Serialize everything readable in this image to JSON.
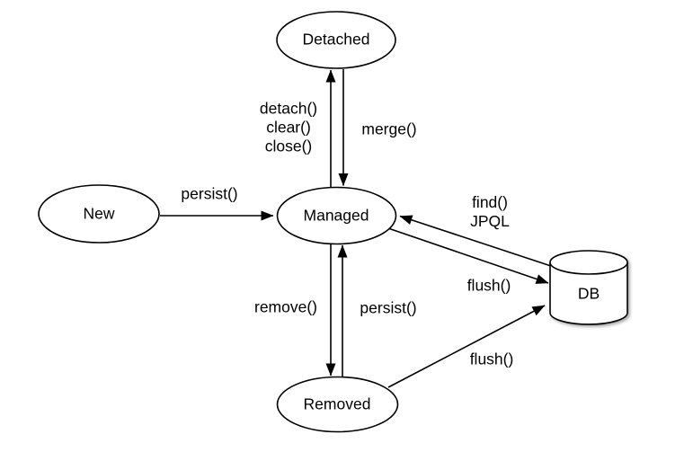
{
  "colors": {
    "background": "#ffffff",
    "stroke": "#000000",
    "text": "#000000"
  },
  "nodes": {
    "detached": {
      "label": "Detached"
    },
    "new": {
      "label": "New"
    },
    "managed": {
      "label": "Managed"
    },
    "removed": {
      "label": "Removed"
    },
    "db": {
      "label": "DB"
    }
  },
  "edges": {
    "managed_to_detached": {
      "label": "detach()\nclear()\nclose()"
    },
    "detached_to_managed": {
      "label": "merge()"
    },
    "new_to_managed": {
      "label": "persist()"
    },
    "db_to_managed": {
      "label": "find()\nJPQL"
    },
    "managed_to_db": {
      "label": "flush()"
    },
    "managed_to_removed": {
      "label": "remove()"
    },
    "removed_to_managed": {
      "label": "persist()"
    },
    "removed_to_db": {
      "label": "flush()"
    }
  }
}
